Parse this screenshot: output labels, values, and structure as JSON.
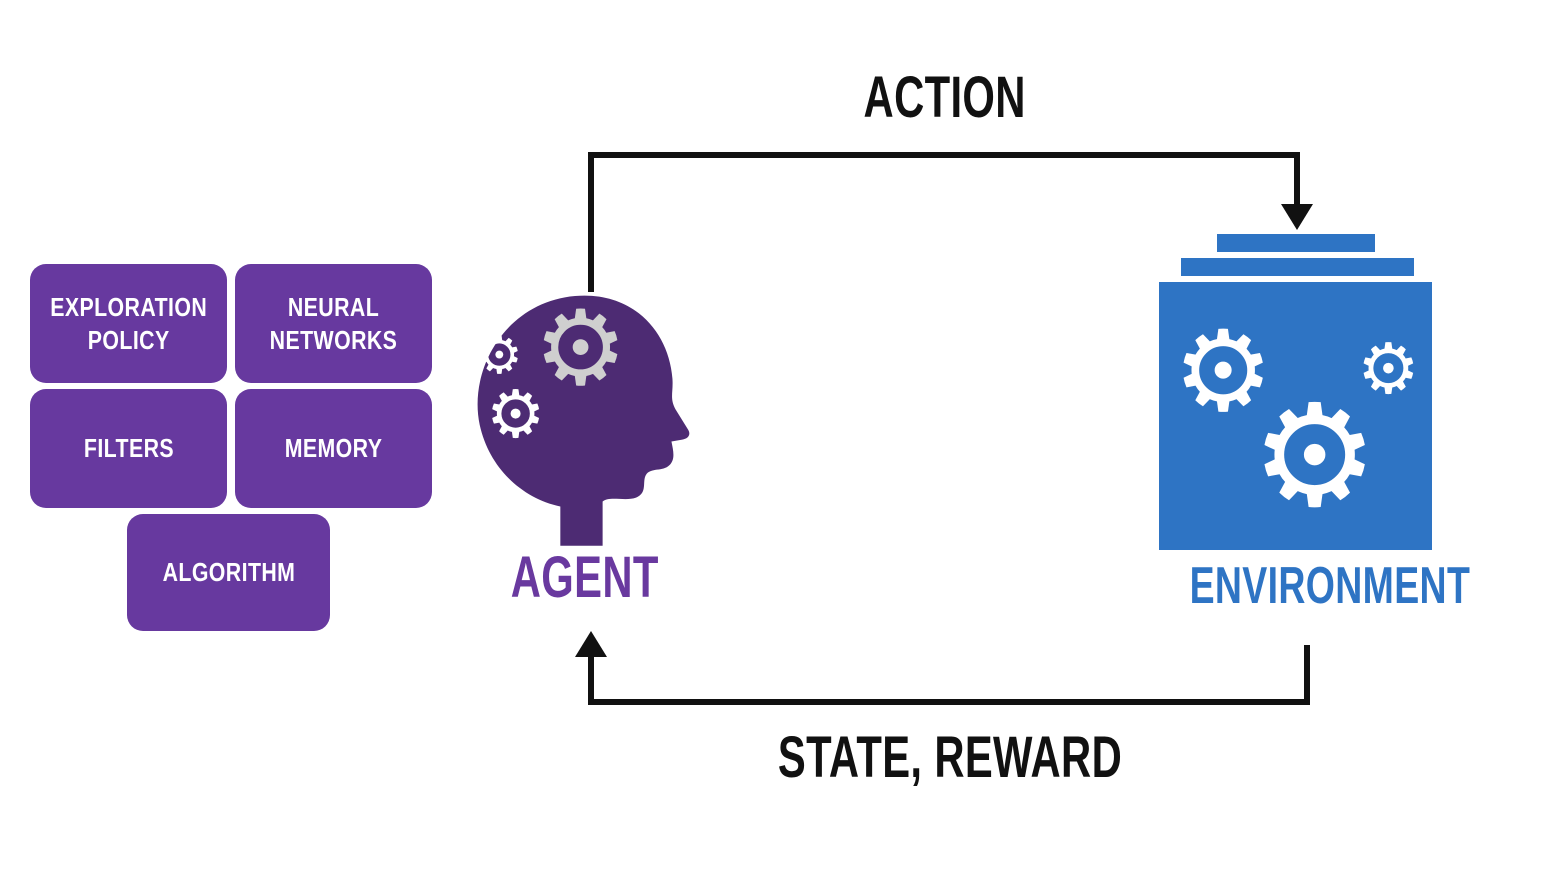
{
  "diagram": {
    "boxes": [
      {
        "label": "EXPLORATION POLICY"
      },
      {
        "label": "NEURAL NETWORKS"
      },
      {
        "label": "FILTERS"
      },
      {
        "label": "MEMORY"
      },
      {
        "label": "ALGORITHM"
      }
    ],
    "agent": {
      "label": "AGENT"
    },
    "environment": {
      "label": "ENVIRONMENT"
    },
    "arrows": {
      "top_label": "ACTION",
      "bottom_label": "STATE, REWARD"
    },
    "colors": {
      "box_purple": "#67399f",
      "head_purple": "#4d2b73",
      "env_blue": "#2e74c4",
      "arrow_black": "#111111",
      "gear_gray": "#cfcfcf",
      "gear_white": "#ffffff"
    }
  },
  "icons": {
    "gear": "⚙"
  }
}
